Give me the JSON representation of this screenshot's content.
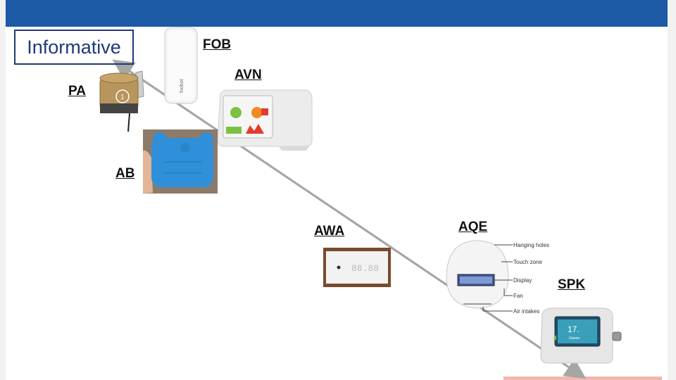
{
  "title": "Informative",
  "devices": {
    "fob": "FOB",
    "avn": "AVN",
    "pa": "PA",
    "ab": "AB",
    "awa": "AWA",
    "aqe": "AQE",
    "spk": "SPK"
  },
  "aqe_callouts": [
    "Hanging holes",
    "Touch zone",
    "Display",
    "Fan",
    "Air intakes"
  ],
  "fob_brand": "foobot",
  "pa_number": "1",
  "awa_display": "88.88",
  "spk_display": "17.",
  "spk_subtext": "Grams",
  "colors": {
    "header": "#1d5aa6",
    "informative": "#1e3a7a",
    "arrow": "#a6a6a6"
  }
}
